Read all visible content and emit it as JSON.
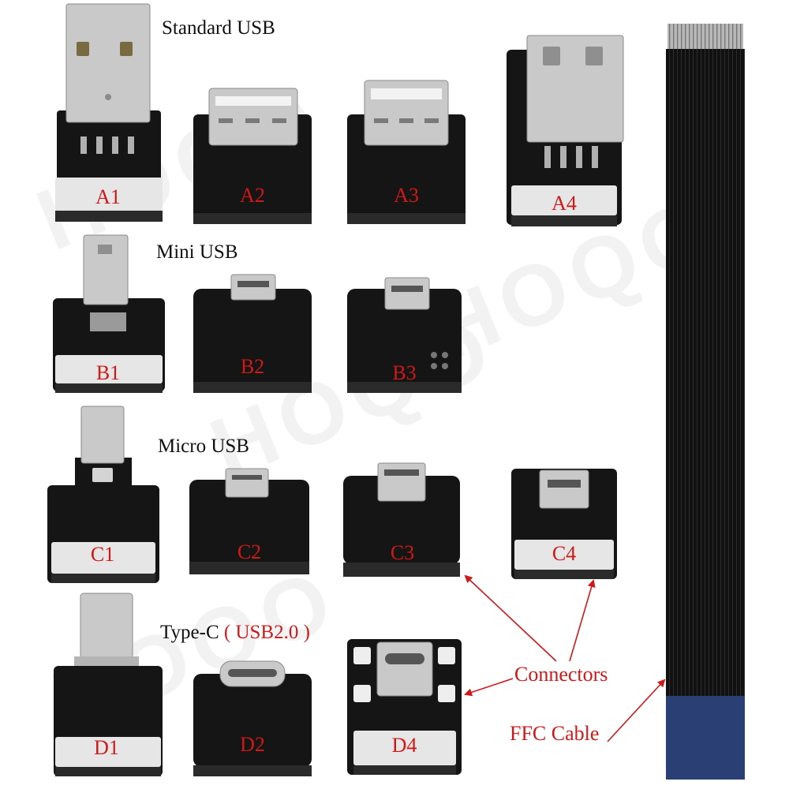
{
  "headings": {
    "standard_usb": "Standard  USB",
    "mini_usb": "Mini USB",
    "micro_usb": "Micro USB",
    "type_c": "Type-C",
    "type_c_note": "( USB2.0 )"
  },
  "labels": {
    "a1": "A1",
    "a2": "A2",
    "a3": "A3",
    "a4": "A4",
    "b1": "B1",
    "b2": "B2",
    "b3": "B3",
    "c1": "C1",
    "c2": "C2",
    "c3": "C3",
    "c4": "C4",
    "d1": "D1",
    "d2": "D2",
    "d4": "D4"
  },
  "callouts": {
    "connectors": "Connectors",
    "ffc_cable": "FFC Cable"
  },
  "watermark": "HOQO",
  "colors": {
    "label_red": "#d01818",
    "board_black": "#151515",
    "metal": "#c9c9c9",
    "ffc_blue": "#2a3f73",
    "heading_text": "#111111"
  }
}
